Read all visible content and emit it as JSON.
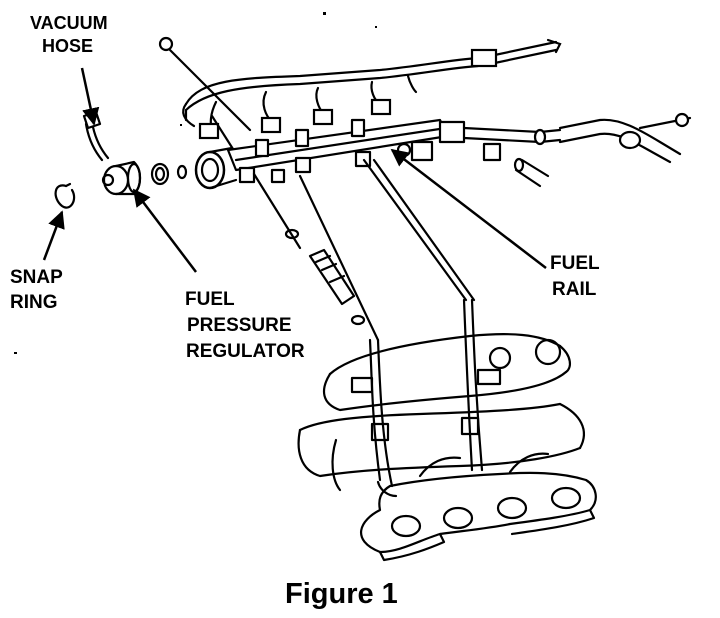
{
  "labels": {
    "vacuum_hose": [
      "VACUUM",
      "HOSE"
    ],
    "snap_ring": [
      "SNAP",
      "RING"
    ],
    "fuel_pressure_regulator": [
      "FUEL",
      "PRESSURE",
      "REGULATOR"
    ],
    "fuel_rail": [
      "FUEL",
      "RAIL"
    ]
  },
  "caption": "Figure 1",
  "colors": {
    "ink": "#000000",
    "paper": "#ffffff"
  }
}
